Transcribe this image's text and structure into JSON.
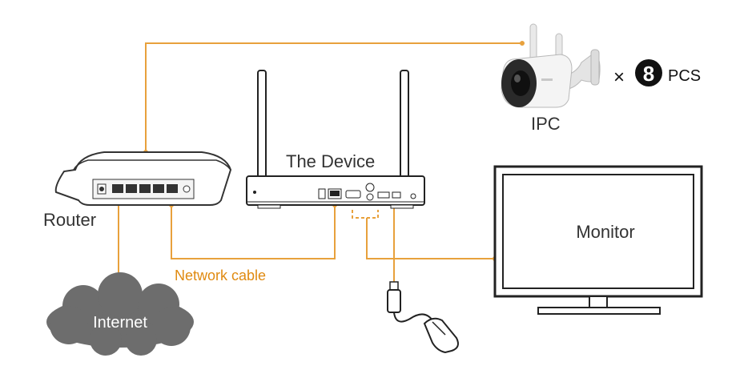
{
  "labels": {
    "ipc": "IPC",
    "multiplier_symbol": "×",
    "quantity": "8",
    "quantity_unit": "PCS",
    "device": "The Device",
    "router": "Router",
    "monitor": "Monitor",
    "network_cable": "Network cable",
    "internet": "Internet"
  },
  "colors": {
    "cable": "#e8a13c",
    "network_cable_text": "#e08a10",
    "cloud": "#6d6d6d",
    "device_outline": "#222222",
    "text": "#333333"
  }
}
